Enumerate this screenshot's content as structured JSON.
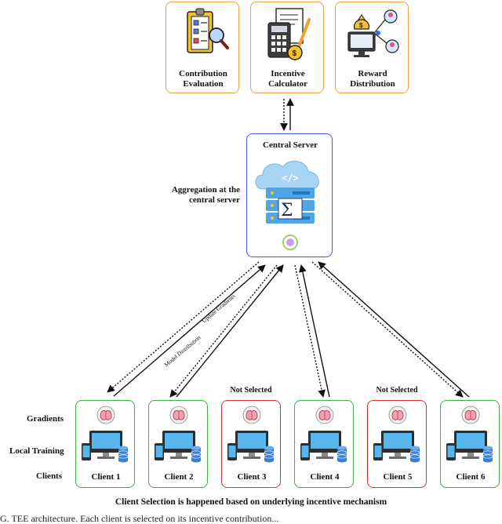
{
  "modules": [
    {
      "label_lines": [
        "Contribution",
        "Evaluation"
      ],
      "icon": "checklist-magnifier-icon"
    },
    {
      "label_lines": [
        "Incentive",
        "Calculator"
      ],
      "icon": "calculator-coin-icon"
    },
    {
      "label_lines": [
        "Reward",
        "Distribution"
      ],
      "icon": "reward-network-icon"
    }
  ],
  "server": {
    "title": "Central Server",
    "aggregation_lines": [
      "Aggregation at the",
      "central server"
    ]
  },
  "edge_labels": {
    "model_distribution": "Model Distribution",
    "update_gradients": "Update Gradients"
  },
  "row_labels": {
    "gradients": "Gradients",
    "local_training": "Local Training",
    "clients": "Clients"
  },
  "clients": [
    {
      "name": "Client 1",
      "selected": true,
      "status": ""
    },
    {
      "name": "Client 2",
      "selected": true,
      "status": ""
    },
    {
      "name": "Client 3",
      "selected": false,
      "status": "Not Selected"
    },
    {
      "name": "Client 4",
      "selected": true,
      "status": ""
    },
    {
      "name": "Client 5",
      "selected": false,
      "status": "Not Selected"
    },
    {
      "name": "Client 6",
      "selected": true,
      "status": ""
    }
  ],
  "caption": "Client Selection is happened based on underlying incentive mechanism",
  "footer_fragment": "G. TEE architecture. Each client is selected on its incentive contribution...",
  "colors": {
    "module_border": "#f0a040",
    "server_border": "#4a58d8",
    "selected_border": "#3fae3f",
    "not_selected_border": "#d93030"
  }
}
